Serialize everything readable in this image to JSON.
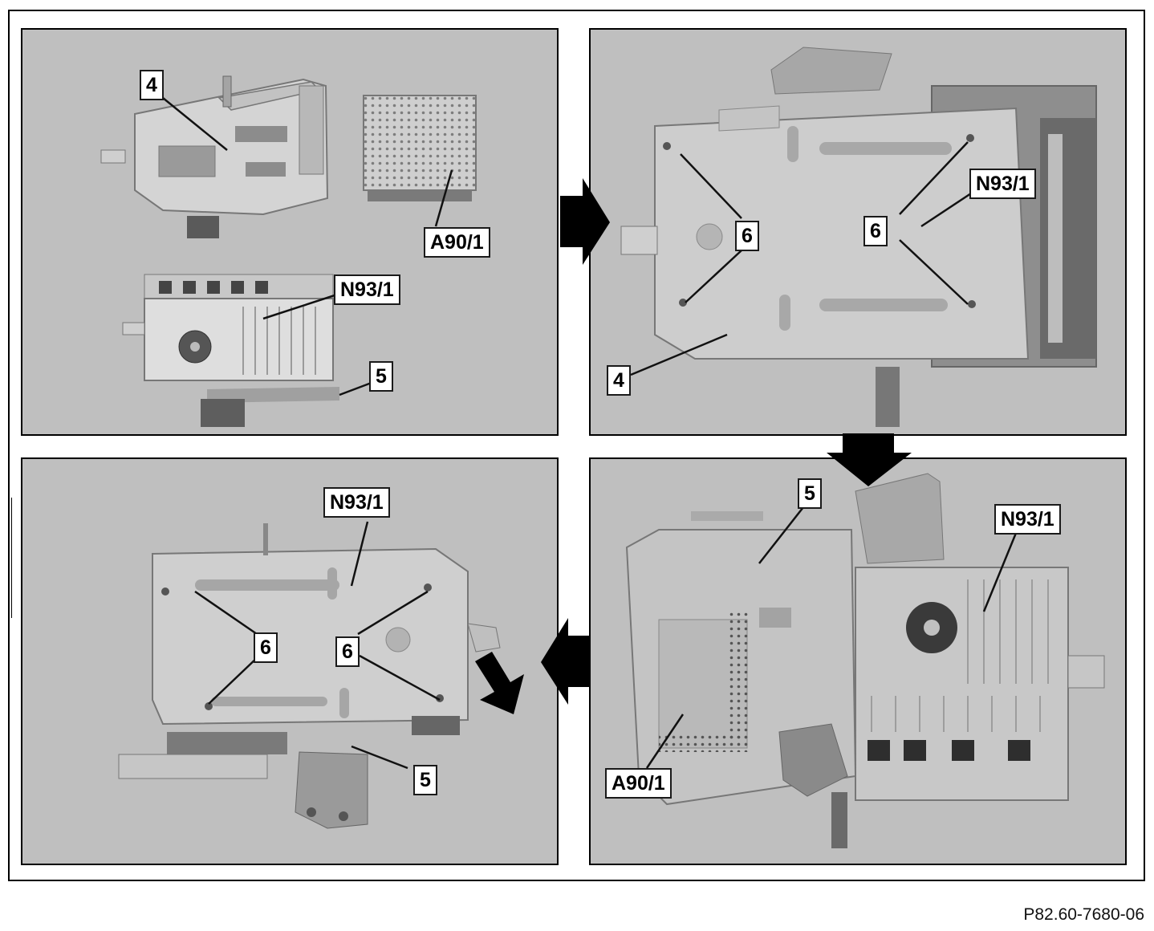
{
  "reference_code": "P82.60-7680-06",
  "callouts": {
    "c4": "4",
    "c5": "5",
    "c6": "6",
    "a90": "A90/1",
    "n93": "N93/1"
  },
  "colors": {
    "panel_background": "#bfbfbf",
    "metal_light": "#d6d6d6",
    "metal_mid": "#a9a9a9",
    "metal_dark": "#6e6e6e",
    "arrow": "#000000"
  }
}
